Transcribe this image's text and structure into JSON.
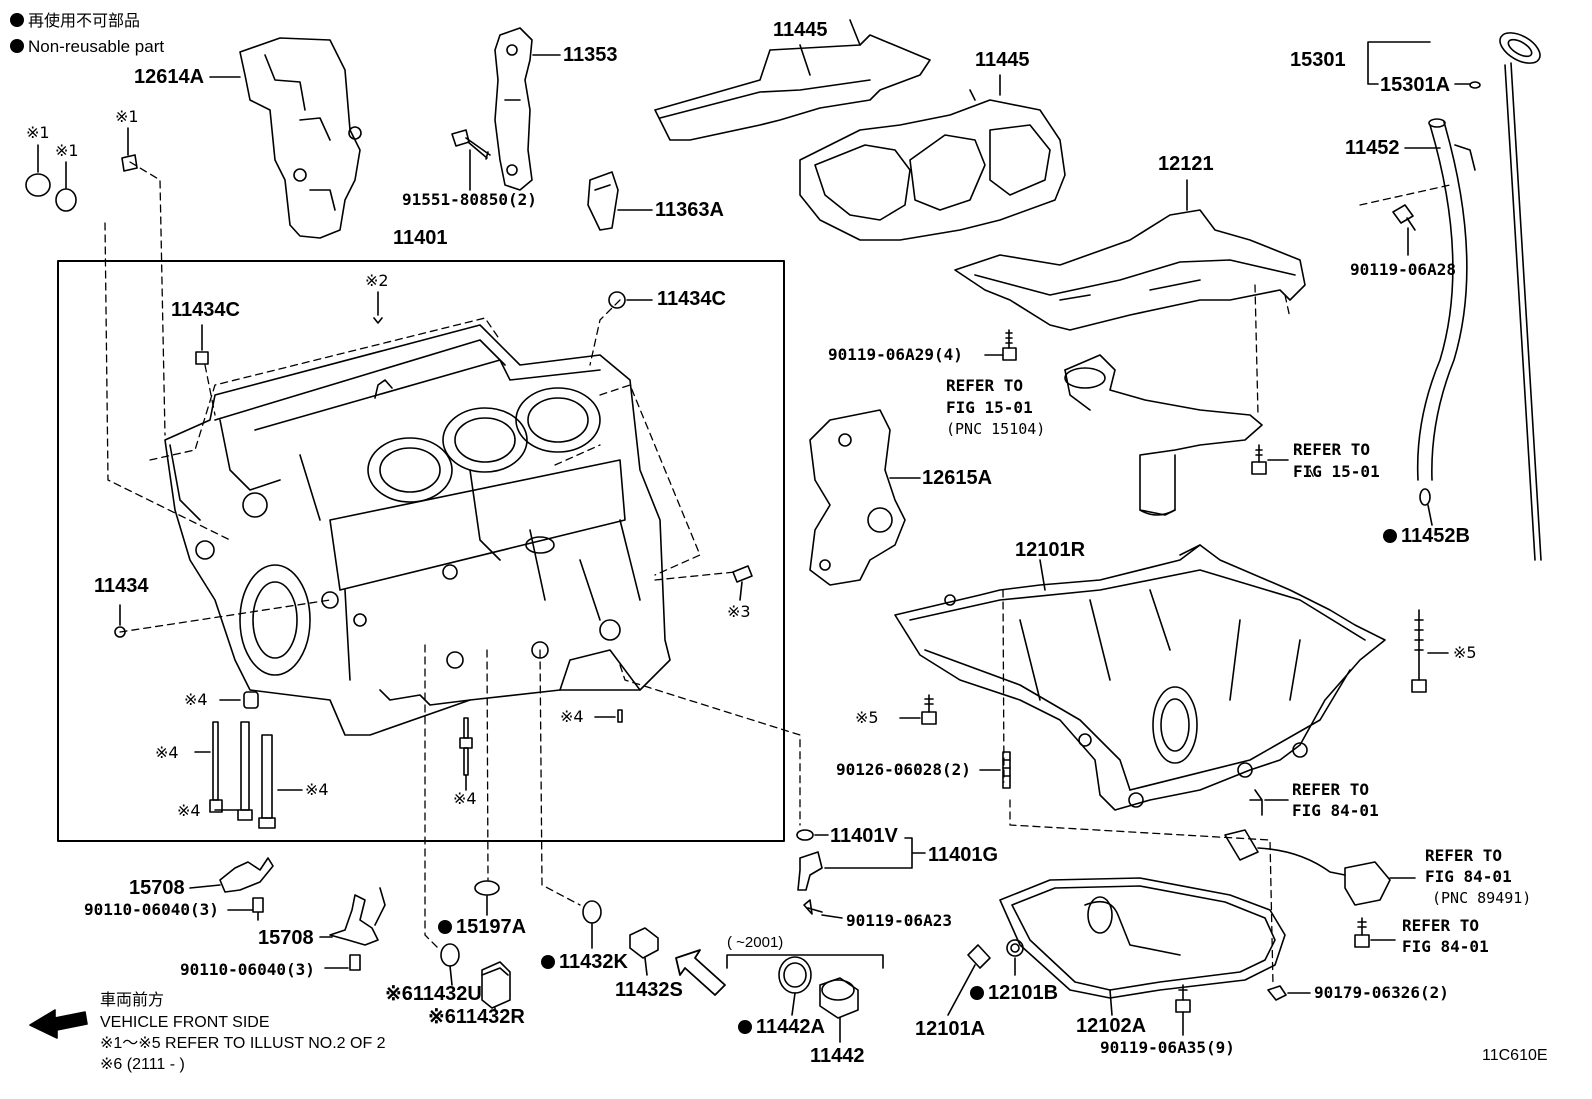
{
  "legend": {
    "line1": "再使用不可部品",
    "line2": "Non-reusable part"
  },
  "parts": {
    "p12614A": "12614A",
    "p11353": "11353",
    "p11445a": "11445",
    "p11445b": "11445",
    "p15301": "15301",
    "p15301A": "15301A",
    "p11452": "11452",
    "p91551": "91551-80850(2)",
    "p11363A": "11363A",
    "p12121": "12121",
    "p90119_06A28": "90119-06A28",
    "p11401": "11401",
    "p11434C_left": "11434C",
    "p11434C_right": "11434C",
    "p90119_06A29": "90119-06A29(4)",
    "p12615A": "12615A",
    "p11452B": "11452B",
    "p11434": "11434",
    "p12101R": "12101R",
    "p90126": "90126-06028(2)",
    "p11401V": "11401V",
    "p11401G": "11401G",
    "p90119_06A23": "90119-06A23",
    "p15708a": "15708",
    "p90110a": "90110-06040(3)",
    "p15708b": "15708",
    "p90110b": "90110-06040(3)",
    "p15197A": "15197A",
    "p11432K": "11432K",
    "p11432S": "11432S",
    "p11432U": "11432U",
    "p11432R": "11432R",
    "p11442A": "11442A",
    "p11442": "11442",
    "p12101A": "12101A",
    "p12101B": "12101B",
    "p12102A": "12102A",
    "p90119_06A35": "90119-06A35(9)",
    "p90179": "90179-06326(2)"
  },
  "marks": {
    "m1a": "※1",
    "m1b": "※1",
    "m1c": "※1",
    "m2": "※2",
    "m3": "※3",
    "m4a": "※4",
    "m4b": "※4",
    "m4c": "※4",
    "m4d": "※4",
    "m4e": "※4",
    "m4f": "※4",
    "m5a": "※5",
    "m5b": "※5",
    "m6a": "※6",
    "m6b": "※6"
  },
  "refs": {
    "r1_l1": "REFER TO",
    "r1_l2": "FIG 15-01",
    "r1_l3": "(PNC 15104)",
    "r2_l1": "REFER TO",
    "r2_l2": "FIG 15-01",
    "r3_l1": "REFER TO",
    "r3_l2": "FIG 84-01",
    "r4_l1": "REFER TO",
    "r4_l2": "FIG 84-01",
    "r4_l3": "(PNC 89491)",
    "r5_l1": "REFER TO",
    "r5_l2": "FIG 84-01"
  },
  "date_range": "(    ~2001)",
  "footer": {
    "front_jp": "車両前方",
    "front_en": "VEHICLE FRONT SIDE",
    "note1": "※1～※5 REFER TO ILLUST NO.2 OF 2",
    "note2": "※6 (2111 -      )"
  },
  "figure_id": "11C610E"
}
